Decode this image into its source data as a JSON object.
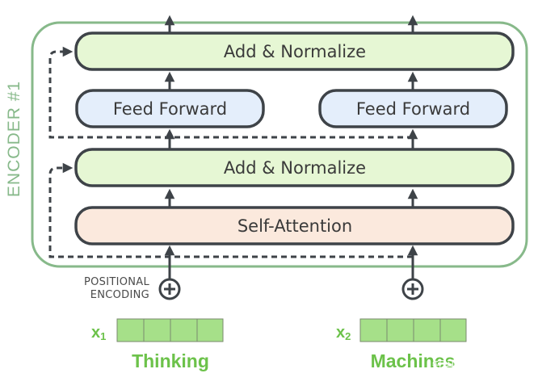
{
  "encoder": {
    "label": "ENCODER #1",
    "add_normalize_top": "Add & Normalize",
    "add_normalize_bottom": "Add & Normalize",
    "feed_forward_left": "Feed Forward",
    "feed_forward_right": "Feed Forward",
    "self_attention": "Self-Attention"
  },
  "positional_encoding": {
    "line1": "POSITIONAL",
    "line2": "ENCODING"
  },
  "inputs": [
    {
      "var": "x",
      "sub": "1",
      "word": "Thinking"
    },
    {
      "var": "x",
      "sub": "2",
      "word": "Machines"
    }
  ],
  "watermark": "知乎 @yan liu",
  "colors": {
    "encoder_border": "#87b98a",
    "add_normalize_fill": "#e6f7d4",
    "feed_forward_fill": "#e4eefb",
    "self_attention_fill": "#fbe9dd",
    "box_stroke": "#3e4348",
    "word_green": "#6cc24a",
    "vector_cell": "#a6e089"
  }
}
